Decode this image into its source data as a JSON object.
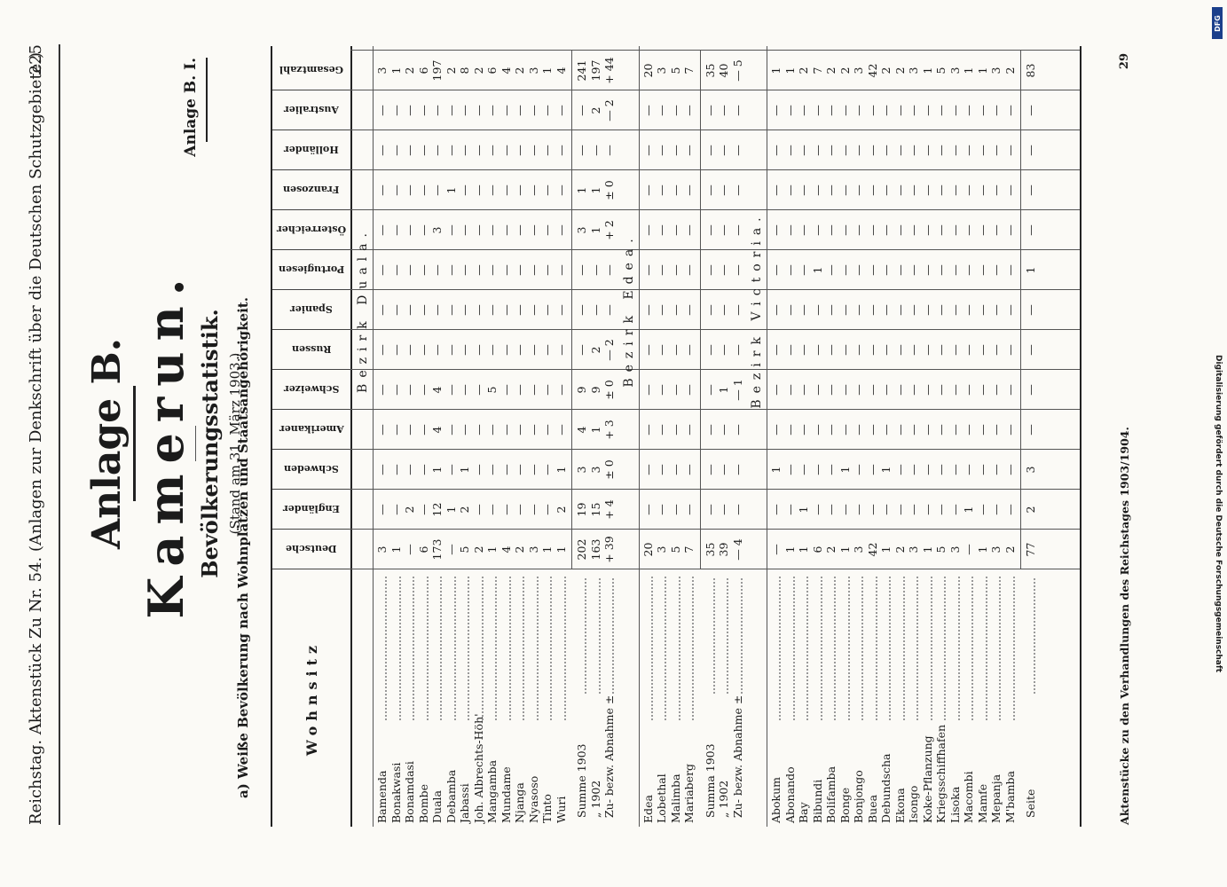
{
  "running_head": {
    "left": "Reichstag.   Aktenstück Zu Nr. 54.   (Anlagen zur Denkschrift über die Deutschen Schutzgebiete.)",
    "page": "225"
  },
  "appendix_title": "Anlage B.",
  "country": "Kamerun.",
  "anlage_bi": "Anlage B. I.",
  "stat_title": "Bevölkerungsstatistik.",
  "stand": "(Stand am 31. März 1903.)",
  "subhead": "a) Weiße Bevölkerung nach Wohnplätzen und Staatsangehörigkeit.",
  "table": {
    "wohnsitz_header": "Wohnsitz",
    "columns": [
      "Deutsche",
      "Engländer",
      "Schweden",
      "Amerikaner",
      "Schweizer",
      "Russen",
      "Spanier",
      "Portugiesen",
      "Österreicher",
      "Franzosen",
      "Holländer",
      "Australier",
      "Gesamtzahl"
    ],
    "districts": [
      {
        "title": "Bezirk Duala.",
        "rows": [
          {
            "name": "Bamenda",
            "v": [
              "3",
              "—",
              "—",
              "—",
              "—",
              "—",
              "—",
              "—",
              "—",
              "—",
              "—",
              "—",
              "3"
            ]
          },
          {
            "name": "Bonakwasi",
            "v": [
              "1",
              "—",
              "—",
              "—",
              "—",
              "—",
              "—",
              "—",
              "—",
              "—",
              "—",
              "—",
              "1"
            ]
          },
          {
            "name": "Bonamdasi",
            "v": [
              "—",
              "2",
              "—",
              "—",
              "—",
              "—",
              "—",
              "—",
              "—",
              "—",
              "—",
              "—",
              "2"
            ]
          },
          {
            "name": "Bombe",
            "v": [
              "6",
              "—",
              "—",
              "—",
              "—",
              "—",
              "—",
              "—",
              "—",
              "—",
              "—",
              "—",
              "6"
            ]
          },
          {
            "name": "Duala",
            "v": [
              "173",
              "12",
              "1",
              "4",
              "4",
              "—",
              "—",
              "—",
              "3",
              "—",
              "—",
              "—",
              "197"
            ]
          },
          {
            "name": "Debamba",
            "v": [
              "—",
              "1",
              "—",
              "—",
              "—",
              "—",
              "—",
              "—",
              "—",
              "1",
              "—",
              "—",
              "2"
            ]
          },
          {
            "name": "Jabassi",
            "v": [
              "5",
              "2",
              "1",
              "—",
              "—",
              "—",
              "—",
              "—",
              "—",
              "—",
              "—",
              "—",
              "8"
            ]
          },
          {
            "name": "Joh. Albrechts-Höh'",
            "v": [
              "2",
              "—",
              "—",
              "—",
              "—",
              "—",
              "—",
              "—",
              "—",
              "—",
              "—",
              "—",
              "2"
            ]
          },
          {
            "name": "Mangamba",
            "v": [
              "1",
              "—",
              "—",
              "—",
              "5",
              "—",
              "—",
              "—",
              "—",
              "—",
              "—",
              "—",
              "6"
            ]
          },
          {
            "name": "Mundame",
            "v": [
              "4",
              "—",
              "—",
              "—",
              "—",
              "—",
              "—",
              "—",
              "—",
              "—",
              "—",
              "—",
              "4"
            ]
          },
          {
            "name": "Njanga",
            "v": [
              "2",
              "—",
              "—",
              "—",
              "—",
              "—",
              "—",
              "—",
              "—",
              "—",
              "—",
              "—",
              "2"
            ]
          },
          {
            "name": "Nyasoso",
            "v": [
              "3",
              "—",
              "—",
              "—",
              "—",
              "—",
              "—",
              "—",
              "—",
              "—",
              "—",
              "—",
              "3"
            ]
          },
          {
            "name": "Tinto",
            "v": [
              "1",
              "—",
              "—",
              "—",
              "—",
              "—",
              "—",
              "—",
              "—",
              "—",
              "—",
              "—",
              "1"
            ]
          },
          {
            "name": "Wuri",
            "v": [
              "1",
              "2",
              "1",
              "—",
              "—",
              "—",
              "—",
              "—",
              "—",
              "—",
              "—",
              "—",
              "4"
            ]
          }
        ],
        "summary": [
          {
            "name": "Summe 1903",
            "v": [
              "202",
              "19",
              "3",
              "4",
              "9",
              "—",
              "—",
              "—",
              "3",
              "1",
              "—",
              "—",
              "241"
            ]
          },
          {
            "name": "„    1902",
            "v": [
              "163",
              "15",
              "3",
              "1",
              "9",
              "2",
              "—",
              "—",
              "1",
              "1",
              "—",
              "2",
              "197"
            ]
          },
          {
            "name": "Zu- bezw. Abnahme ±",
            "v": [
              "+ 39",
              "+ 4",
              "± 0",
              "+ 3",
              "± 0",
              "— 2",
              "—",
              "—",
              "+ 2",
              "± 0",
              "—",
              "— 2",
              "+ 44"
            ]
          }
        ]
      },
      {
        "title": "Bezirk Edea.",
        "rows": [
          {
            "name": "Edea",
            "v": [
              "20",
              "—",
              "—",
              "—",
              "—",
              "—",
              "—",
              "—",
              "—",
              "—",
              "—",
              "—",
              "20"
            ]
          },
          {
            "name": "Lobethal",
            "v": [
              "3",
              "—",
              "—",
              "—",
              "—",
              "—",
              "—",
              "—",
              "—",
              "—",
              "—",
              "—",
              "3"
            ]
          },
          {
            "name": "Malimba",
            "v": [
              "5",
              "—",
              "—",
              "—",
              "—",
              "—",
              "—",
              "—",
              "—",
              "—",
              "—",
              "—",
              "5"
            ]
          },
          {
            "name": "Mariaberg",
            "v": [
              "7",
              "—",
              "—",
              "—",
              "—",
              "—",
              "—",
              "—",
              "—",
              "—",
              "—",
              "—",
              "7"
            ]
          }
        ],
        "summary": [
          {
            "name": "Summa 1903",
            "v": [
              "35",
              "—",
              "—",
              "—",
              "—",
              "—",
              "—",
              "—",
              "—",
              "—",
              "—",
              "—",
              "35"
            ]
          },
          {
            "name": "„    1902",
            "v": [
              "39",
              "—",
              "—",
              "—",
              "1",
              "—",
              "—",
              "—",
              "—",
              "—",
              "—",
              "—",
              "40"
            ]
          },
          {
            "name": "Zu- bezw. Abnahme ±",
            "v": [
              "— 4",
              "—",
              "—",
              "—",
              "— 1",
              "—",
              "—",
              "—",
              "—",
              "—",
              "—",
              "—",
              "— 5"
            ]
          }
        ]
      },
      {
        "title": "Bezirk Victoria.",
        "rows": [
          {
            "name": "Abokum",
            "v": [
              "—",
              "—",
              "1",
              "—",
              "—",
              "—",
              "—",
              "—",
              "—",
              "—",
              "—",
              "—",
              "1"
            ]
          },
          {
            "name": "Abonando",
            "v": [
              "1",
              "—",
              "—",
              "—",
              "—",
              "—",
              "—",
              "—",
              "—",
              "—",
              "—",
              "—",
              "1"
            ]
          },
          {
            "name": "Bay",
            "v": [
              "1",
              "1",
              "—",
              "—",
              "—",
              "—",
              "—",
              "—",
              "—",
              "—",
              "—",
              "—",
              "2"
            ]
          },
          {
            "name": "Bibundi",
            "v": [
              "6",
              "—",
              "—",
              "—",
              "—",
              "—",
              "—",
              "1",
              "—",
              "—",
              "—",
              "—",
              "7"
            ]
          },
          {
            "name": "Bolifamba",
            "v": [
              "2",
              "—",
              "—",
              "—",
              "—",
              "—",
              "—",
              "—",
              "—",
              "—",
              "—",
              "—",
              "2"
            ]
          },
          {
            "name": "Bonge",
            "v": [
              "1",
              "—",
              "1",
              "—",
              "—",
              "—",
              "—",
              "—",
              "—",
              "—",
              "—",
              "—",
              "2"
            ]
          },
          {
            "name": "Bonjongo",
            "v": [
              "3",
              "—",
              "—",
              "—",
              "—",
              "—",
              "—",
              "—",
              "—",
              "—",
              "—",
              "—",
              "3"
            ]
          },
          {
            "name": "Buea",
            "v": [
              "42",
              "—",
              "—",
              "—",
              "—",
              "—",
              "—",
              "—",
              "—",
              "—",
              "—",
              "—",
              "42"
            ]
          },
          {
            "name": "Debundscha",
            "v": [
              "1",
              "—",
              "1",
              "—",
              "—",
              "—",
              "—",
              "—",
              "—",
              "—",
              "—",
              "—",
              "2"
            ]
          },
          {
            "name": "Ekona",
            "v": [
              "2",
              "—",
              "—",
              "—",
              "—",
              "—",
              "—",
              "—",
              "—",
              "—",
              "—",
              "—",
              "2"
            ]
          },
          {
            "name": "Isongo",
            "v": [
              "3",
              "—",
              "—",
              "—",
              "—",
              "—",
              "—",
              "—",
              "—",
              "—",
              "—",
              "—",
              "3"
            ]
          },
          {
            "name": "Koke-Pflanzung",
            "v": [
              "1",
              "—",
              "—",
              "—",
              "—",
              "—",
              "—",
              "—",
              "—",
              "—",
              "—",
              "—",
              "1"
            ]
          },
          {
            "name": "Kriegsschiffhafen",
            "v": [
              "5",
              "—",
              "—",
              "—",
              "—",
              "—",
              "—",
              "—",
              "—",
              "—",
              "—",
              "—",
              "5"
            ]
          },
          {
            "name": "Lisoka",
            "v": [
              "3",
              "—",
              "—",
              "—",
              "—",
              "—",
              "—",
              "—",
              "—",
              "—",
              "—",
              "—",
              "3"
            ]
          },
          {
            "name": "Macombi",
            "v": [
              "—",
              "1",
              "—",
              "—",
              "—",
              "—",
              "—",
              "—",
              "—",
              "—",
              "—",
              "—",
              "1"
            ]
          },
          {
            "name": "Mamfe",
            "v": [
              "1",
              "—",
              "—",
              "—",
              "—",
              "—",
              "—",
              "—",
              "—",
              "—",
              "—",
              "—",
              "1"
            ]
          },
          {
            "name": "Mepanja",
            "v": [
              "3",
              "—",
              "—",
              "—",
              "—",
              "—",
              "—",
              "—",
              "—",
              "—",
              "—",
              "—",
              "3"
            ]
          },
          {
            "name": "M'bamba",
            "v": [
              "2",
              "—",
              "—",
              "—",
              "—",
              "—",
              "—",
              "—",
              "—",
              "—",
              "—",
              "—",
              "2"
            ]
          }
        ],
        "summary": [
          {
            "name": "Seite",
            "v": [
              "77",
              "2",
              "3",
              "—",
              "—",
              "—",
              "—",
              "1",
              "—",
              "—",
              "—",
              "—",
              "83"
            ]
          }
        ]
      }
    ]
  },
  "footnote": "Aktenstücke zu den Verhandlungen des Reichstages 1903/1904.",
  "sheet_no": "29",
  "dfg_note": "Digitalisierung gefördert durch die Deutsche Forschungsgemeinschaft",
  "dfg_logo": "DFG"
}
